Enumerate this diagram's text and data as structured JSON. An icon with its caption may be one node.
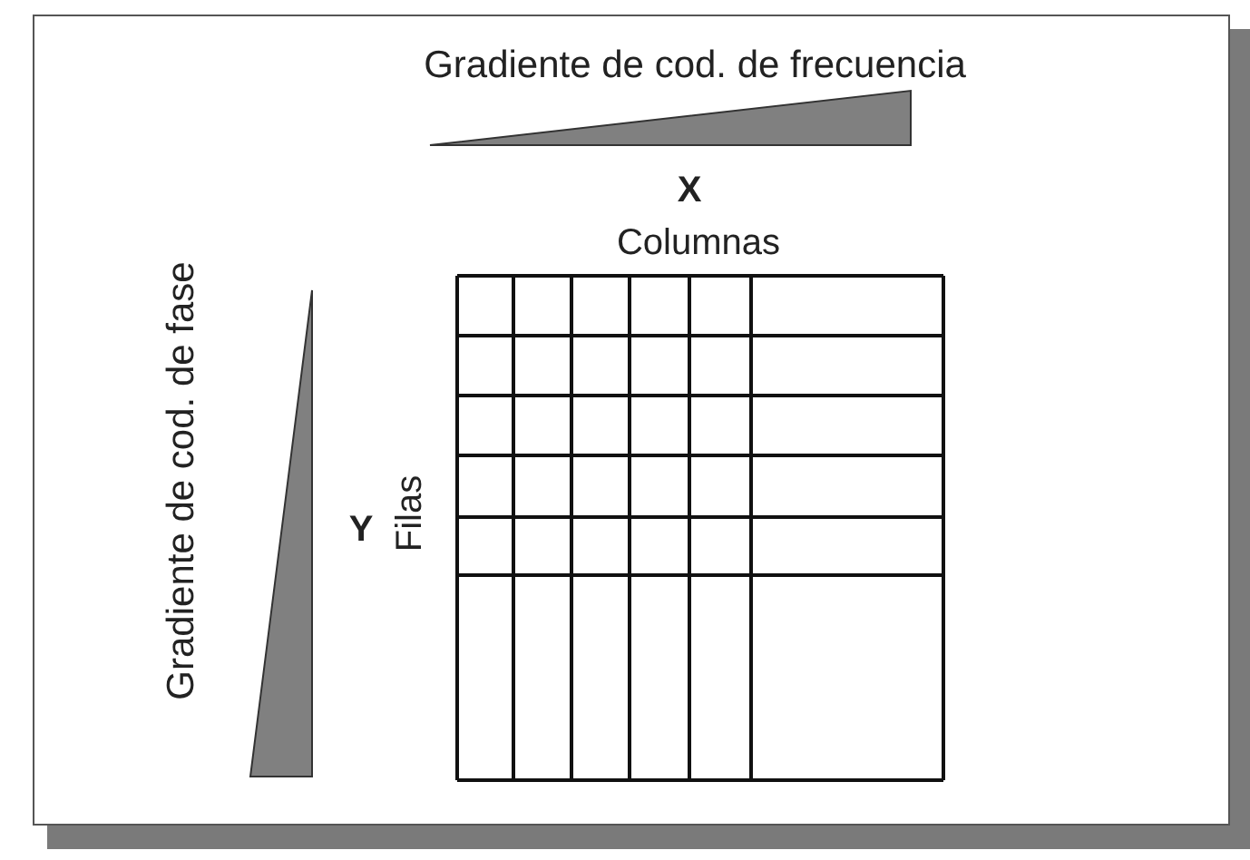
{
  "diagram": {
    "nodes": [
      {
        "text": [],
        "shape": "triangle"
      },
      {
        "text": [],
        "shape": "triangle"
      }
    ],
    "labels": [
      "Gradiente de cod. de frecuencia",
      "X",
      "Columnas",
      "Gradiente de cod. de fase",
      "Y",
      "Filas"
    ]
  }
}
